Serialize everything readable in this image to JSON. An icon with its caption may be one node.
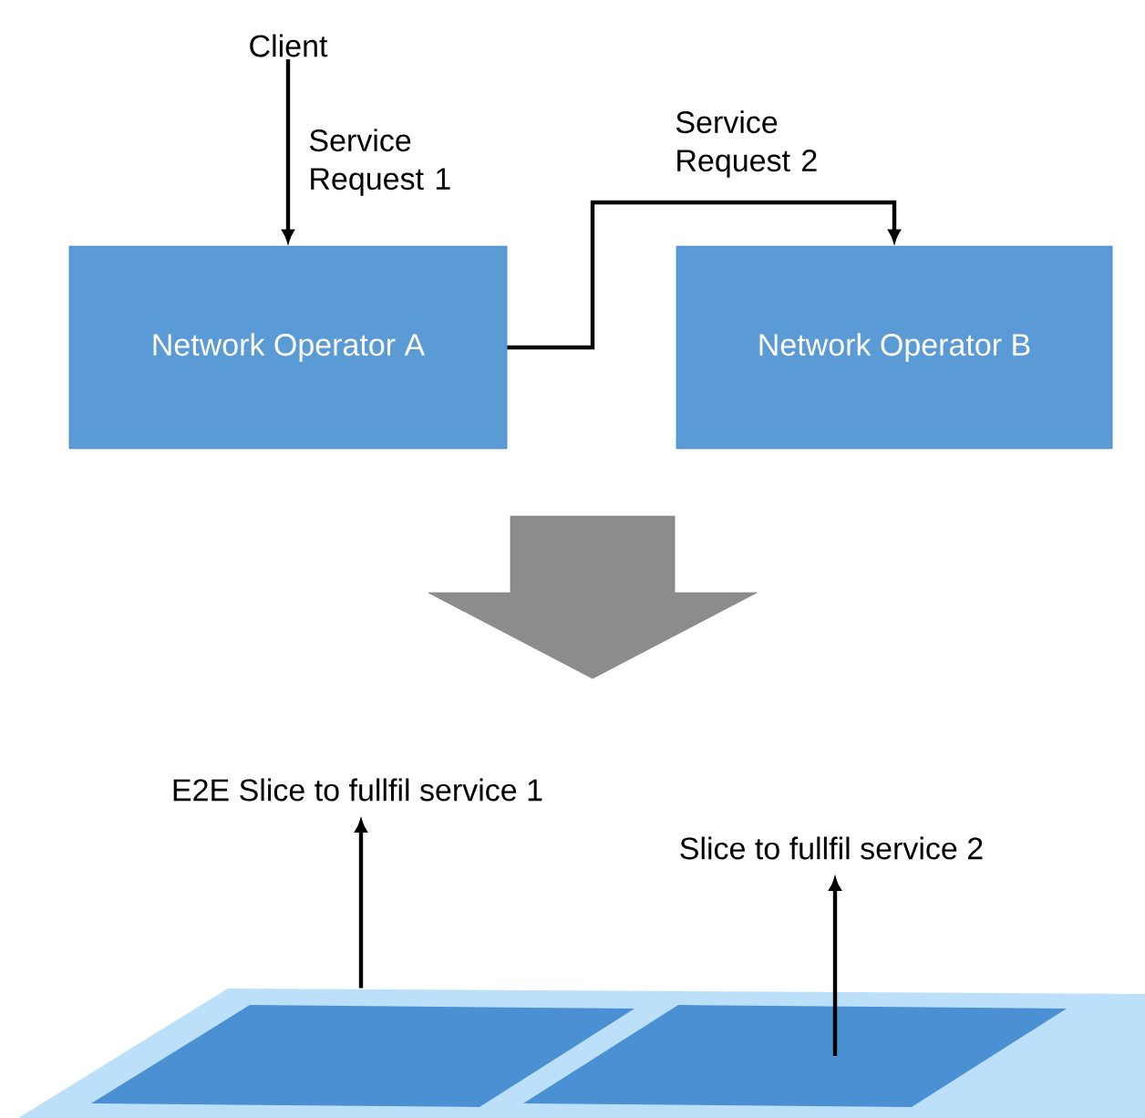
{
  "diagram": {
    "nodes": [
      {
        "text": [
          "Client"
        ]
      },
      {
        "text": [
          "Network Operator A"
        ]
      },
      {
        "text": [
          "Network Operator B"
        ]
      },
      {
        "text": [],
        "shape": "parallelogram"
      },
      {
        "text": [],
        "shape": "parallelogram",
        "in": 3
      },
      {
        "text": [],
        "shape": "parallelogram",
        "in": 3
      },
      {
        "text": [
          "E2E Slice to fullfil service 1"
        ]
      },
      {
        "text": [
          "Slice to fullfil service 2"
        ]
      }
    ],
    "edges": [
      {
        "from": 0,
        "to": 1,
        "arrow": "to",
        "label": "Service Request 1"
      },
      {
        "from": 1,
        "to": 2,
        "arrow": "to",
        "label": "Service Request 2"
      },
      {
        "from": 3,
        "to": 6,
        "arrow": "to"
      },
      {
        "from": 5,
        "to": 7,
        "arrow": "to"
      }
    ]
  }
}
